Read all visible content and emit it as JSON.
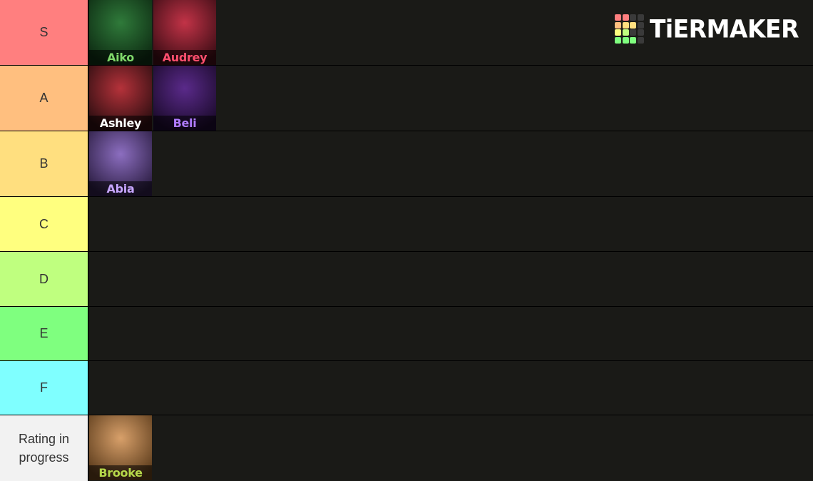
{
  "logo": {
    "text": "TiERMAKER",
    "grid_colors": [
      "#ff7f7f",
      "#ff7f7f",
      "#3a3a3a",
      "#3a3a3a",
      "#ffbf7f",
      "#ffdf7f",
      "#ffdf7f",
      "#3a3a3a",
      "#ffff7f",
      "#bfff7f",
      "#3a3a3a",
      "#3a3a3a",
      "#7fff7f",
      "#7fff7f",
      "#7fff7f",
      "#3a3a3a"
    ]
  },
  "tiers": [
    {
      "label": "S",
      "color": "#ff7f7f",
      "items": [
        {
          "name": "Aiko",
          "name_color": "#7fd76a",
          "bg": [
            "#2f7a3a",
            "#0d2a12"
          ]
        },
        {
          "name": "Audrey",
          "name_color": "#ff4f6e",
          "bg": [
            "#c23347",
            "#3a0c14"
          ]
        }
      ]
    },
    {
      "label": "A",
      "color": "#ffbf7f",
      "items": [
        {
          "name": "Ashley",
          "name_color": "#ffffff",
          "bg": [
            "#b5323a",
            "#2a0d10"
          ]
        },
        {
          "name": "Beli",
          "name_color": "#b07bff",
          "bg": [
            "#5a2a8a",
            "#1a0a2a"
          ]
        }
      ]
    },
    {
      "label": "B",
      "color": "#ffdf7f",
      "items": [
        {
          "name": "Abia",
          "name_color": "#c7a6ff",
          "bg": [
            "#8c6ec0",
            "#2a1c40"
          ]
        }
      ]
    },
    {
      "label": "C",
      "color": "#ffff7f",
      "items": []
    },
    {
      "label": "D",
      "color": "#bfff7f",
      "items": []
    },
    {
      "label": "E",
      "color": "#7fff7f",
      "items": []
    },
    {
      "label": "F",
      "color": "#7fffff",
      "items": []
    },
    {
      "label": "Rating in progress",
      "color": "#f2f2f2",
      "items": [
        {
          "name": "Brooke",
          "name_color": "#b6d84a",
          "bg": [
            "#d8a06a",
            "#5a3a1a"
          ]
        }
      ]
    }
  ]
}
